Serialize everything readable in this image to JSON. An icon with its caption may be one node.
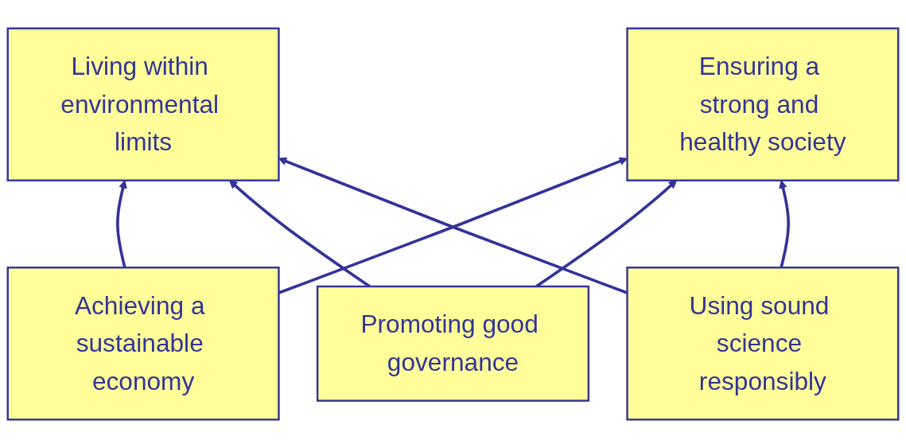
{
  "diagram": {
    "nodes": [
      {
        "text": [
          "Living within environmental limits"
        ]
      },
      {
        "text": [
          "Ensuring a strong and healthy society"
        ]
      },
      {
        "text": [
          "Achieving a sustainable economy"
        ]
      },
      {
        "text": [
          "Promoting good governance"
        ]
      },
      {
        "text": [
          "Using sound science responsibly"
        ]
      }
    ],
    "edges": [
      {
        "from": 2,
        "to": 0,
        "arrow": "to"
      },
      {
        "from": 2,
        "to": 1,
        "arrow": "to"
      },
      {
        "from": 3,
        "to": 0,
        "arrow": "to"
      },
      {
        "from": 3,
        "to": 1,
        "arrow": "to"
      },
      {
        "from": 4,
        "to": 0,
        "arrow": "to"
      },
      {
        "from": 4,
        "to": 1,
        "arrow": "to"
      }
    ]
  }
}
